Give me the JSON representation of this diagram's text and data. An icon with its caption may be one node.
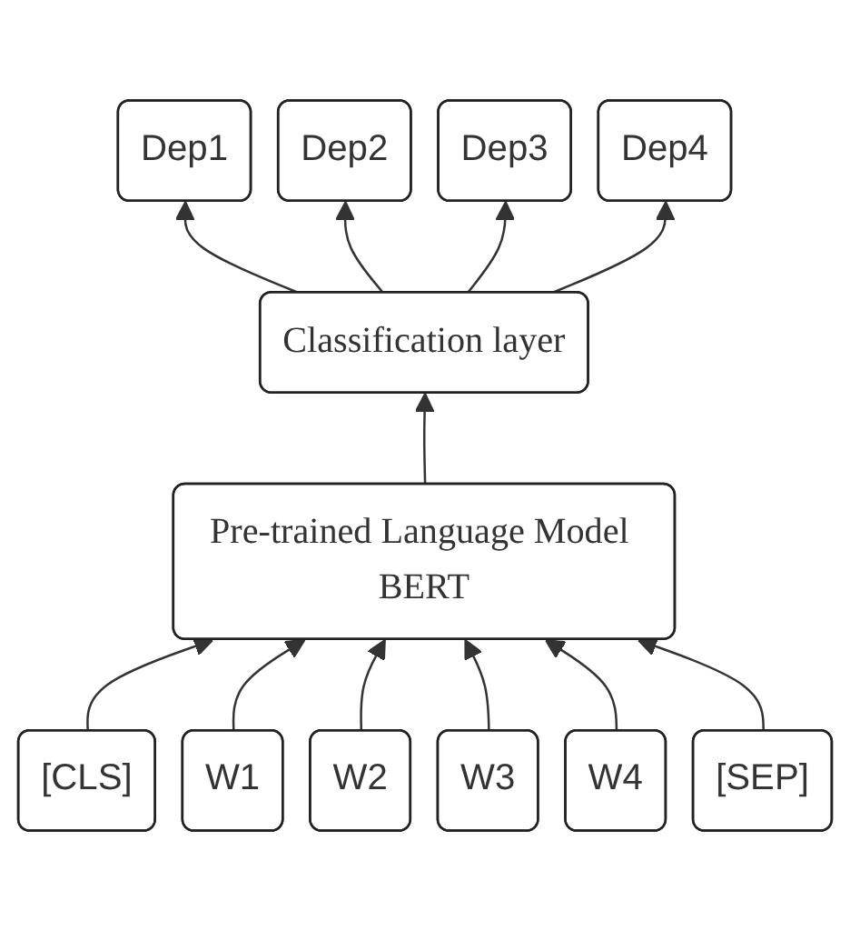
{
  "diagram": {
    "nodes": [
      {
        "text": [
          "Dep1"
        ]
      },
      {
        "text": [
          "Dep2"
        ]
      },
      {
        "text": [
          "Dep3"
        ]
      },
      {
        "text": [
          "Dep4"
        ]
      },
      {
        "text": [
          "Classification layer"
        ]
      },
      {
        "text": [
          "Pre-trained Language Model BERT"
        ]
      },
      {
        "text": [
          "[CLS]"
        ]
      },
      {
        "text": [
          "W1"
        ]
      },
      {
        "text": [
          "W2"
        ]
      },
      {
        "text": [
          "W3"
        ]
      },
      {
        "text": [
          "W4"
        ]
      },
      {
        "text": [
          "[SEP]"
        ]
      }
    ],
    "edges": [
      {
        "from": 6,
        "to": 5,
        "arrow": "to"
      },
      {
        "from": 7,
        "to": 5,
        "arrow": "to"
      },
      {
        "from": 8,
        "to": 5,
        "arrow": "to"
      },
      {
        "from": 9,
        "to": 5,
        "arrow": "to"
      },
      {
        "from": 10,
        "to": 5,
        "arrow": "to"
      },
      {
        "from": 11,
        "to": 5,
        "arrow": "to"
      },
      {
        "from": 5,
        "to": 4,
        "arrow": "to"
      },
      {
        "from": 4,
        "to": 0,
        "arrow": "to"
      },
      {
        "from": 4,
        "to": 1,
        "arrow": "to"
      },
      {
        "from": 4,
        "to": 2,
        "arrow": "to"
      },
      {
        "from": 4,
        "to": 3,
        "arrow": "to"
      }
    ]
  }
}
